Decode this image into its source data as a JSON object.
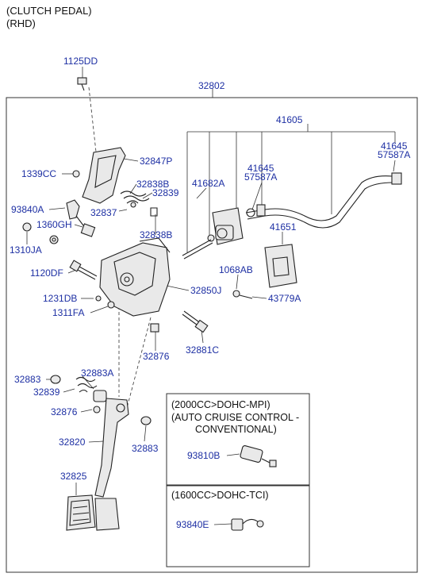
{
  "header": {
    "line1": "(CLUTCH PEDAL)",
    "line2": "(RHD)"
  },
  "labels": {
    "p1125DD": "1125DD",
    "p32802": "32802",
    "p41605": "41605",
    "p41645_top": "41645",
    "p57587A_top": "57587A",
    "p32847P": "32847P",
    "p1339CC": "1339CC",
    "p32838B_a": "32838B",
    "p32839_a": "32839",
    "p41682A": "41682A",
    "p41645_mid": "41645",
    "p57587A_mid": "57587A",
    "p93840A": "93840A",
    "p32837": "32837",
    "p1360GH": "1360GH",
    "p41651": "41651",
    "p32838B_b": "32838B",
    "p1310JA": "1310JA",
    "p1120DF": "1120DF",
    "p1068AB": "1068AB",
    "p32850J": "32850J",
    "p1231DB": "1231DB",
    "p43779A": "43779A",
    "p1311FA": "1311FA",
    "p32876_a": "32876",
    "p32881C": "32881C",
    "p32883_a": "32883",
    "p32883A": "32883A",
    "p32839_b": "32839",
    "p32876_b": "32876",
    "p32820": "32820",
    "p32883_b": "32883",
    "p32825": "32825",
    "p93810B": "93810B",
    "p93840E": "93840E"
  },
  "box1": {
    "line1": "(2000CC>DOHC-MPI)",
    "line2": "(AUTO CRUISE CONTROL -",
    "line3": "CONVENTIONAL)"
  },
  "box2": {
    "line1": "(1600CC>DOHC-TCI)"
  }
}
